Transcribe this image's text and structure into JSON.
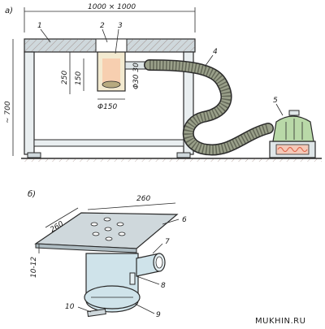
{
  "part_a": {
    "label": "а)",
    "dim_top": "1000 × 1000",
    "dim_height": "~ 700",
    "dim_250": "250",
    "dim_150_v": "150",
    "dim_150_d": "Φ150",
    "dim_30": "Φ30 30",
    "callouts": [
      "1",
      "2",
      "3",
      "4",
      "5"
    ]
  },
  "part_b": {
    "label": "б)",
    "dim_260_top": "260",
    "dim_260_side": "260",
    "dim_gap": "10-12",
    "callouts": [
      "6",
      "7",
      "8",
      "9",
      "10"
    ]
  },
  "watermark": "MUKHIN.RU",
  "colors": {
    "table_top": "#cfd8dc",
    "hose": "#8a8f7a",
    "hatch": "#f2b8a8",
    "blue": "#cfe3ea",
    "heater_green": "#b9d9a8",
    "coil_red": "#e06a50"
  }
}
